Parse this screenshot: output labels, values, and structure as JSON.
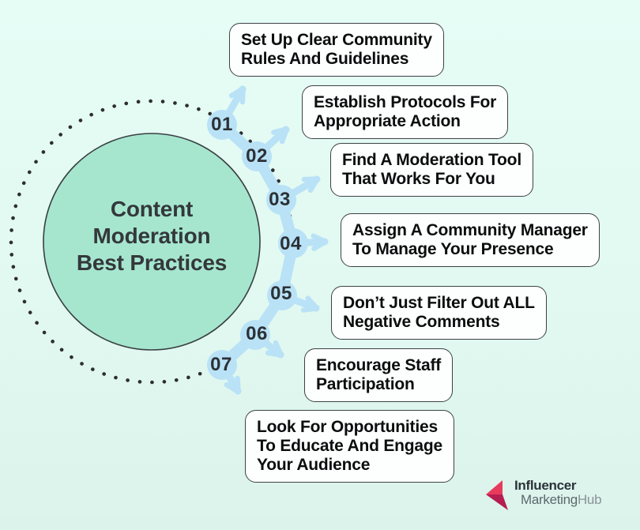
{
  "title": "Content\nModeration\nBest Practices",
  "steps": [
    {
      "number": "01",
      "label": "Set Up Clear Community\nRules And Guidelines"
    },
    {
      "number": "02",
      "label": "Establish Protocols For\nAppropriate Action"
    },
    {
      "number": "03",
      "label": "Find A Moderation Tool\nThat Works For You"
    },
    {
      "number": "04",
      "label": "Assign A Community Manager\nTo Manage Your Presence"
    },
    {
      "number": "05",
      "label": "Don’t Just Filter Out ALL\nNegative Comments"
    },
    {
      "number": "06",
      "label": "Encourage Staff\nParticipation"
    },
    {
      "number": "07",
      "label": "Look For Opportunities\nTo Educate And Engage\nYour Audience"
    }
  ],
  "logo": {
    "influencer": "Influencer",
    "marketing": "Marketing",
    "hub": "Hub"
  },
  "colors": {
    "background": "#e1f9f1",
    "circle_fill": "#a6e6cf",
    "path_blue": "#b9e2f7",
    "dot_dark": "#2e2e2e",
    "ink": "#0b0d0e",
    "logo_red_bright": "#e73b5c",
    "logo_red_dark": "#b51e51",
    "logo_gray": "#5d686d"
  }
}
